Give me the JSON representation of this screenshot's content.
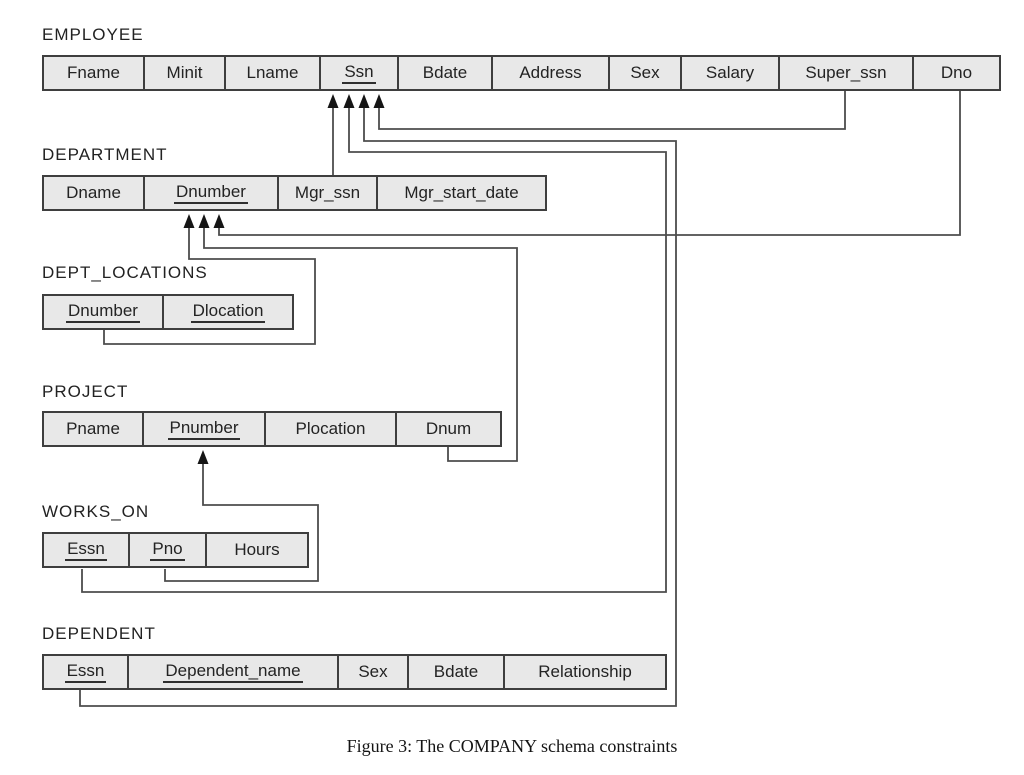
{
  "caption": "Figure 3: The COMPANY schema constraints",
  "colors": {
    "background": "#ffffff",
    "cell_fill": "#e8e8e8",
    "cell_border": "#3e3e3e",
    "connector_line": "#4d4d4d",
    "arrowhead": "#151515",
    "text": "#222222"
  },
  "tables": {
    "employee": {
      "name": "EMPLOYEE",
      "attributes": [
        {
          "name": "Fname",
          "primary_key": false
        },
        {
          "name": "Minit",
          "primary_key": false
        },
        {
          "name": "Lname",
          "primary_key": false
        },
        {
          "name": "Ssn",
          "primary_key": true
        },
        {
          "name": "Bdate",
          "primary_key": false
        },
        {
          "name": "Address",
          "primary_key": false
        },
        {
          "name": "Sex",
          "primary_key": false
        },
        {
          "name": "Salary",
          "primary_key": false
        },
        {
          "name": "Super_ssn",
          "primary_key": false
        },
        {
          "name": "Dno",
          "primary_key": false
        }
      ]
    },
    "department": {
      "name": "DEPARTMENT",
      "attributes": [
        {
          "name": "Dname",
          "primary_key": false
        },
        {
          "name": "Dnumber",
          "primary_key": true
        },
        {
          "name": "Mgr_ssn",
          "primary_key": false
        },
        {
          "name": "Mgr_start_date",
          "primary_key": false
        }
      ]
    },
    "dept_locations": {
      "name": "DEPT_LOCATIONS",
      "attributes": [
        {
          "name": "Dnumber",
          "primary_key": true
        },
        {
          "name": "Dlocation",
          "primary_key": true
        }
      ]
    },
    "project": {
      "name": "PROJECT",
      "attributes": [
        {
          "name": "Pname",
          "primary_key": false
        },
        {
          "name": "Pnumber",
          "primary_key": true
        },
        {
          "name": "Plocation",
          "primary_key": false
        },
        {
          "name": "Dnum",
          "primary_key": false
        }
      ]
    },
    "works_on": {
      "name": "WORKS_ON",
      "attributes": [
        {
          "name": "Essn",
          "primary_key": true
        },
        {
          "name": "Pno",
          "primary_key": true
        },
        {
          "name": "Hours",
          "primary_key": false
        }
      ]
    },
    "dependent": {
      "name": "DEPENDENT",
      "attributes": [
        {
          "name": "Essn",
          "primary_key": true
        },
        {
          "name": "Dependent_name",
          "primary_key": true
        },
        {
          "name": "Sex",
          "primary_key": false
        },
        {
          "name": "Bdate",
          "primary_key": false
        },
        {
          "name": "Relationship",
          "primary_key": false
        }
      ]
    }
  },
  "constraints": [
    {
      "from": "DEPARTMENT.Mgr_ssn",
      "to": "EMPLOYEE.Ssn"
    },
    {
      "from": "WORKS_ON.Essn",
      "to": "EMPLOYEE.Ssn"
    },
    {
      "from": "DEPENDENT.Essn",
      "to": "EMPLOYEE.Ssn"
    },
    {
      "from": "EMPLOYEE.Super_ssn",
      "to": "EMPLOYEE.Ssn"
    },
    {
      "from": "DEPT_LOCATIONS.Dnumber",
      "to": "DEPARTMENT.Dnumber"
    },
    {
      "from": "PROJECT.Dnum",
      "to": "DEPARTMENT.Dnumber"
    },
    {
      "from": "EMPLOYEE.Dno",
      "to": "DEPARTMENT.Dnumber"
    },
    {
      "from": "WORKS_ON.Pno",
      "to": "PROJECT.Pnumber"
    }
  ]
}
